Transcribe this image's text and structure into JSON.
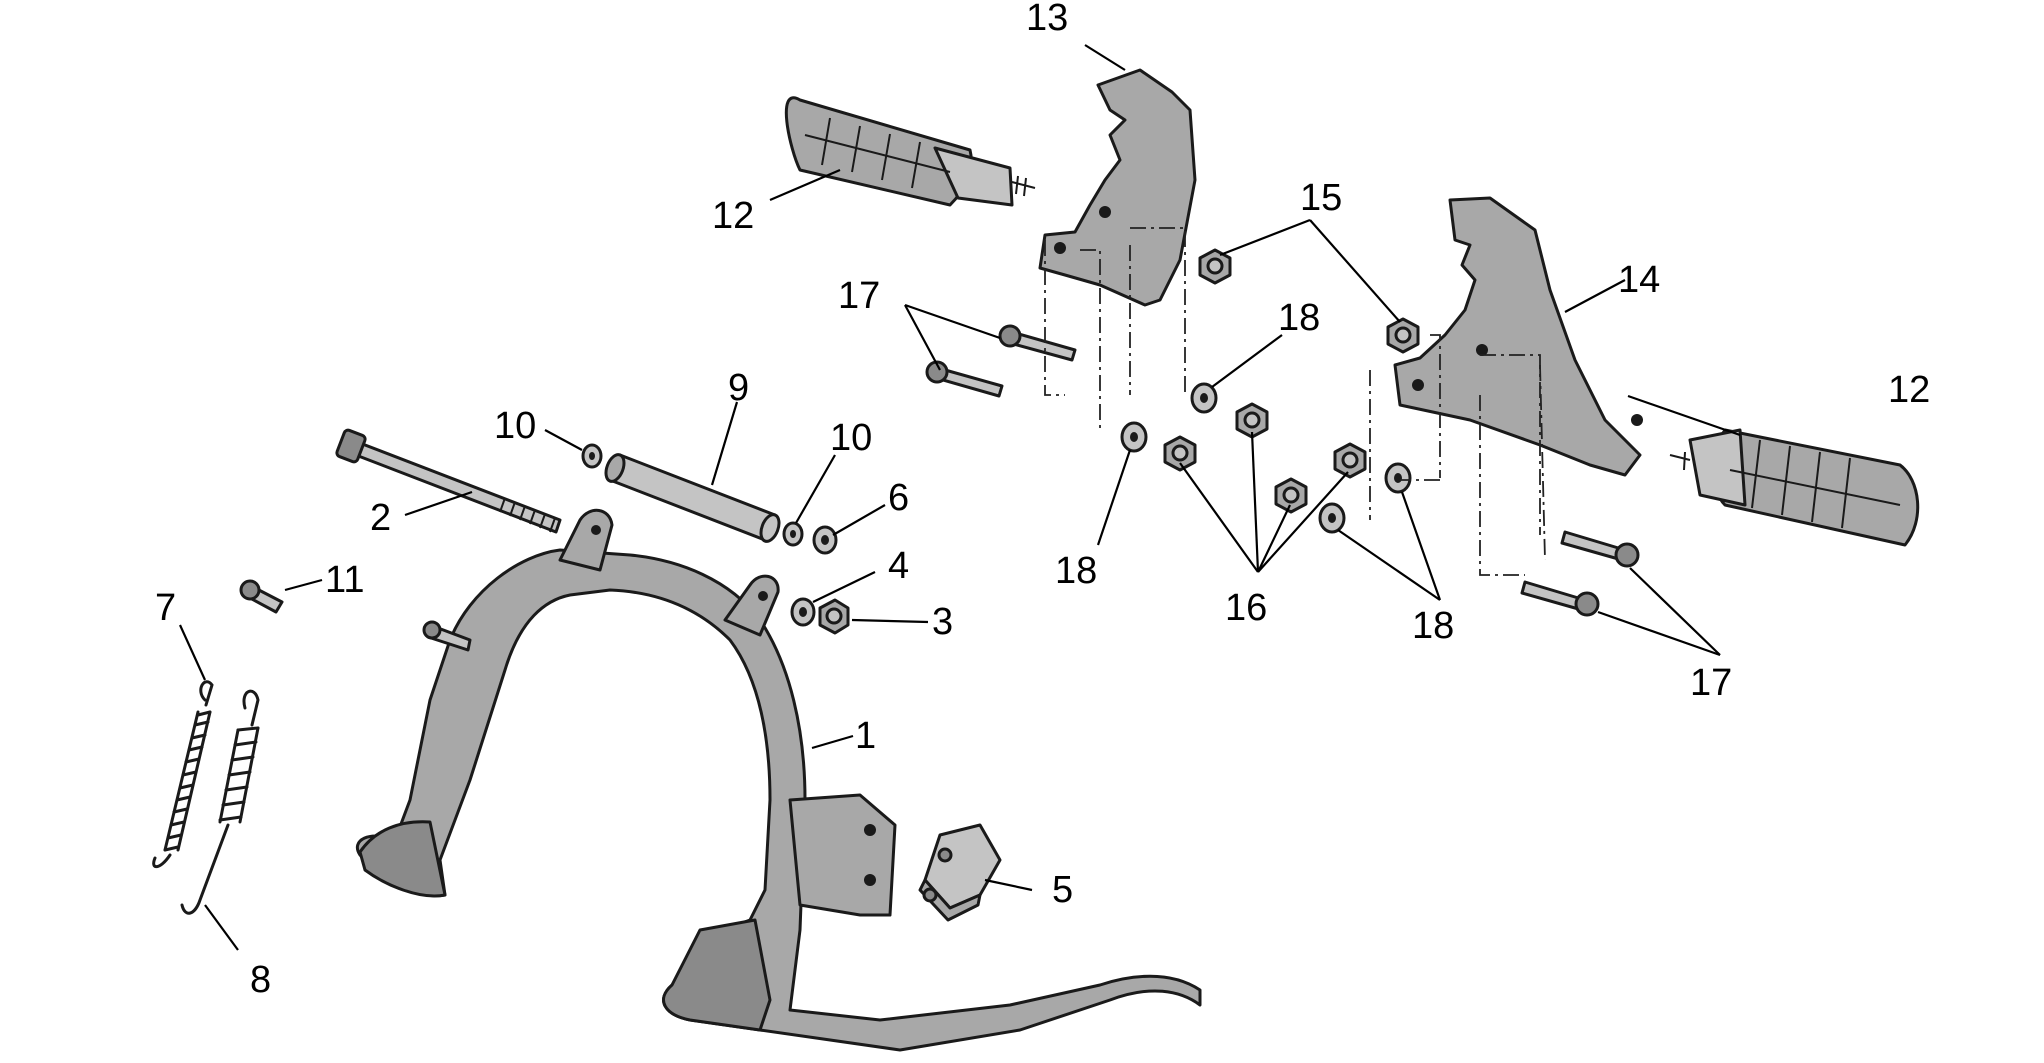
{
  "callouts": {
    "c1": "1",
    "c2": "2",
    "c3": "3",
    "c4": "4",
    "c5": "5",
    "c6": "6",
    "c7": "7",
    "c8": "8",
    "c9": "9",
    "c10a": "10",
    "c10b": "10",
    "c11": "11",
    "c12a": "12",
    "c12b": "12",
    "c13": "13",
    "c14": "14",
    "c15": "15",
    "c16": "16",
    "c17a": "17",
    "c17b": "17",
    "c18a": "18",
    "c18b": "18",
    "c18c": "18"
  },
  "colors": {
    "part_fill": "#a8a8a8",
    "line": "#1a1a1a",
    "background": "#ffffff"
  }
}
